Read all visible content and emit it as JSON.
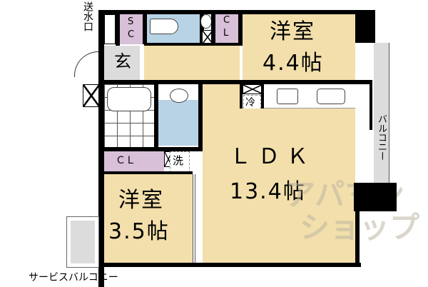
{
  "floorplan": {
    "rooms": {
      "western_room_1": {
        "name": "洋室",
        "size": "4.4帖"
      },
      "western_room_2": {
        "name": "洋室",
        "size": "3.5帖"
      },
      "ldk": {
        "name": "ＬＤＫ",
        "size": "13.4帖"
      },
      "entrance": {
        "name": "玄"
      },
      "shoe_closet": {
        "name": "S C",
        "line1": "S",
        "line2": "C"
      },
      "closet_top": {
        "name": "C L",
        "line1": "C",
        "line2": "L"
      },
      "closet_bottom": {
        "name": "ＣＬ"
      },
      "washer": {
        "name": "洗"
      },
      "fridge": {
        "name": "冷"
      }
    },
    "labels": {
      "water_outlet": "送水口",
      "balcony": "バルコニー",
      "service_balcony": "サービスバルコニー"
    },
    "watermark": {
      "line1": "アパマン",
      "line2": "ショップ"
    },
    "colors": {
      "room_fill": "#f2dfab",
      "closet_fill": "#d8c0d8",
      "wet_area_fill": "#b9d3e6",
      "entrance_fill": "#dcdcdc",
      "wall": "#000000"
    }
  }
}
